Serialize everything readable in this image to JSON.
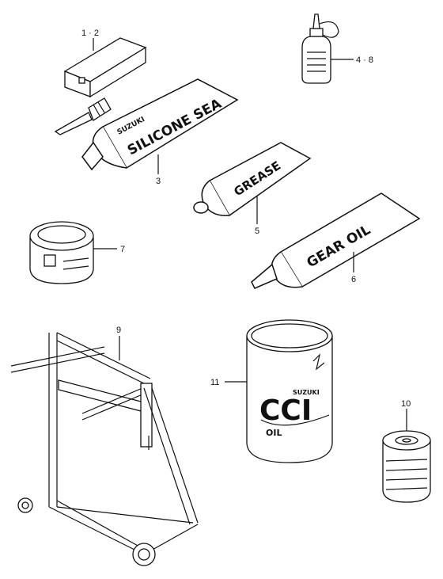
{
  "callouts": {
    "c1": "1 · 2",
    "c2": "4 · 8",
    "c3": "3",
    "c4": "5",
    "c5": "7",
    "c6": "6",
    "c7": "9",
    "c8": "11",
    "c9": "10"
  },
  "printed": {
    "silicone": "SILICONE SEA",
    "silicone_brand": "SUZUKI",
    "grease": "GREASE",
    "gear_oil": "GEAR OIL",
    "can_brand": "SUZUKI",
    "can_big": "CCI",
    "can_oil": "OIL"
  }
}
